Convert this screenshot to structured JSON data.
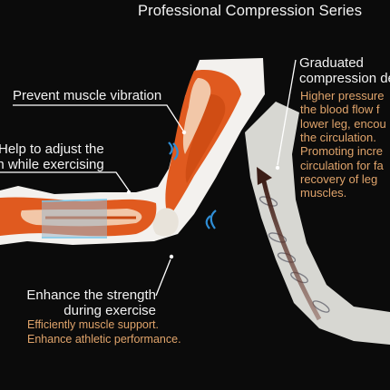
{
  "title": "Professional Compression Series",
  "callouts": {
    "vibration": {
      "label": "Prevent muscle vibration"
    },
    "adjust": {
      "lines": [
        "Help to adjust the",
        "on while exercising"
      ]
    },
    "strength": {
      "lines": [
        "Enhance the strength",
        "during exercise"
      ],
      "sub": [
        "Efficiently muscle support.",
        "Enhance athletic performance."
      ]
    },
    "graduated": {
      "lines": [
        "Graduated",
        "compression de"
      ],
      "sub": [
        "Higher pressure",
        "the blood flow f",
        "lower leg, encou",
        "the circulation.",
        "Promoting incre",
        "circulation for fa",
        "recovery of leg",
        "muscles."
      ]
    }
  },
  "colors": {
    "background": "#0b0b0b",
    "heading": "#f2f2f2",
    "accent_text": "#e0a46b",
    "muscle": "#e05a1f",
    "leg": "#f3f1ee",
    "sleeve_leg": "#d7d7d2",
    "arrow": "#3b1d16"
  }
}
